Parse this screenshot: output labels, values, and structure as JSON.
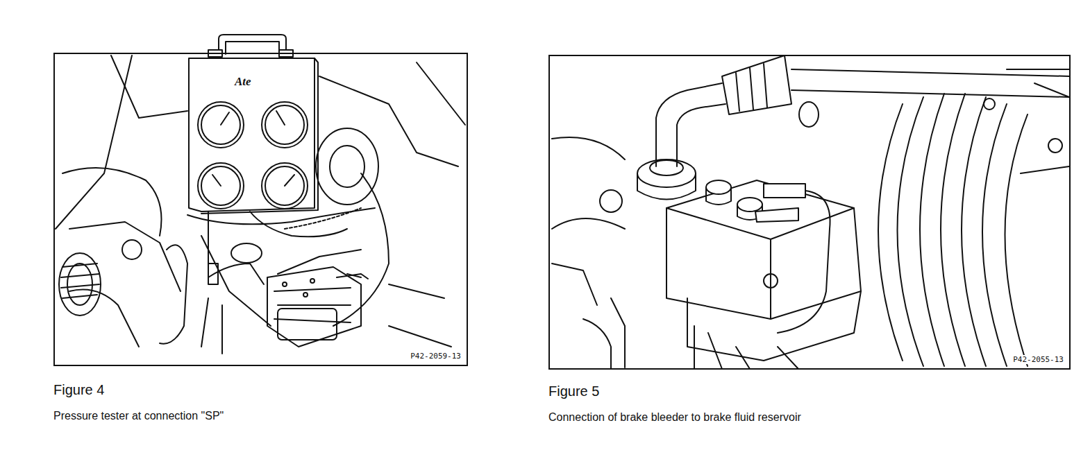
{
  "diagram": {
    "nodes": [
      {
        "text": [
          "P42-2059-13"
        ]
      },
      {
        "text": [
          "P42-2055-13"
        ]
      }
    ],
    "labels": [
      "Ate",
      "Figure 4",
      "Pressure tester at connection \"SP\"",
      "Figure 5",
      "Connection of brake bleeder to brake fluid reservoir"
    ]
  }
}
